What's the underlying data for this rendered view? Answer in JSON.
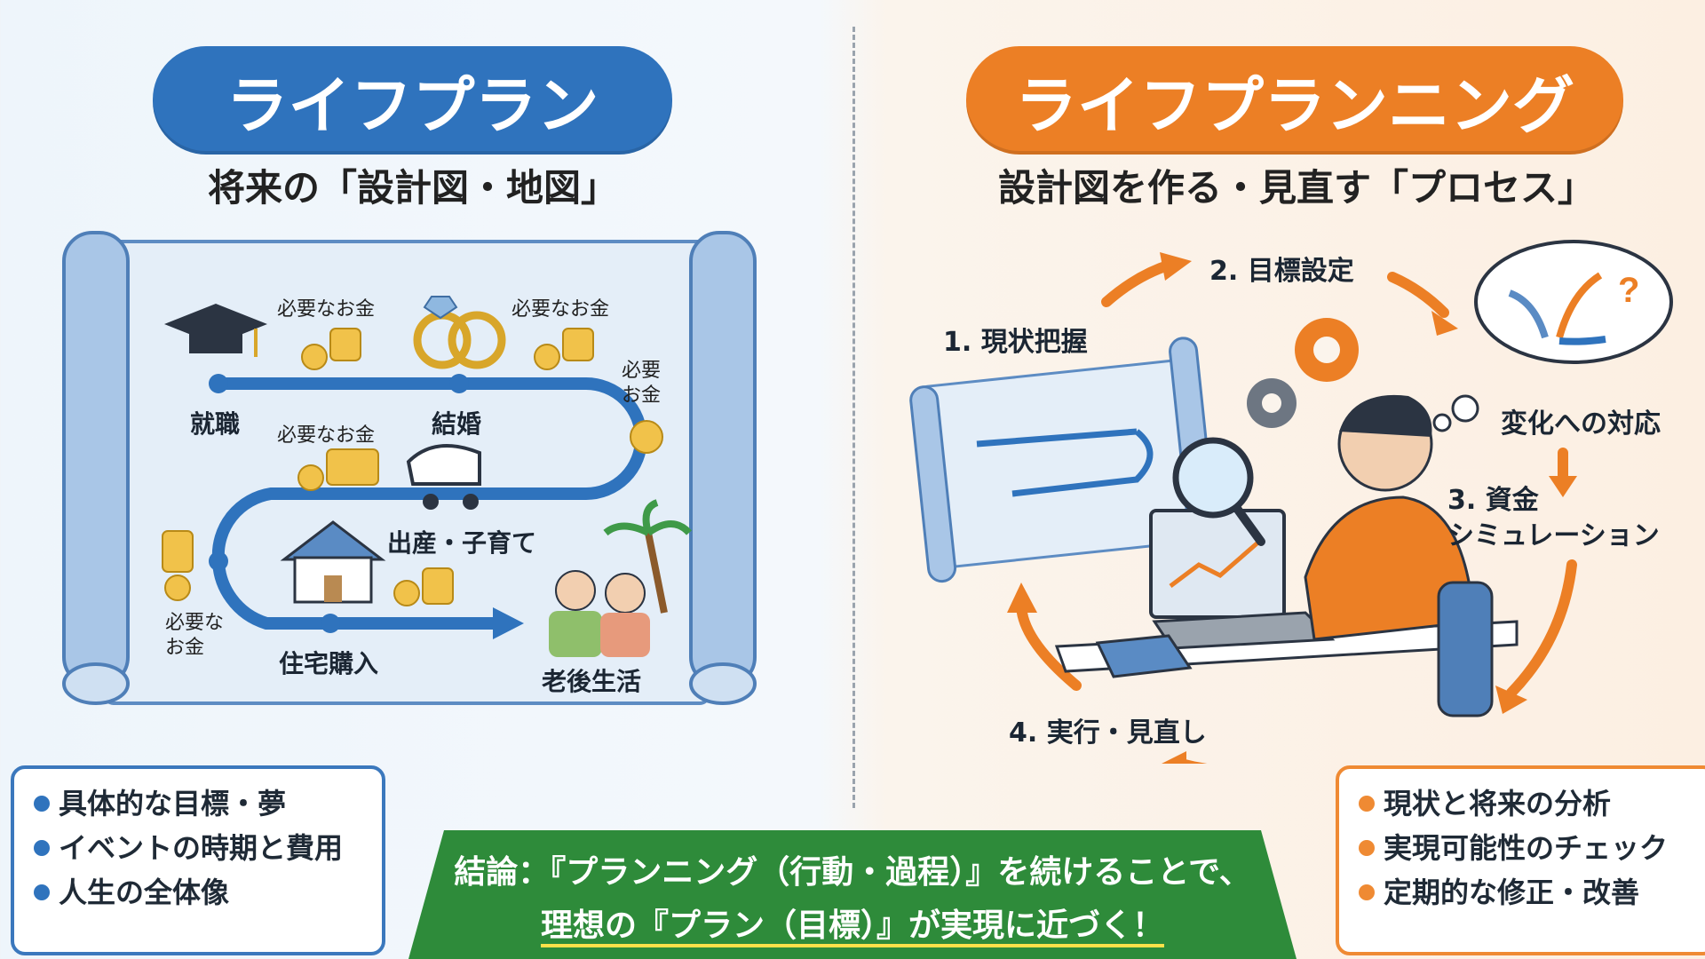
{
  "left": {
    "title": "ライフプラン",
    "subtitle": "将来の「設計図・地図」",
    "money_label": "必要なお金",
    "money_label_stack": "必要\nお金",
    "money_label_stack2": "必要な\nお金",
    "events": [
      "就職",
      "結婚",
      "出産・子育て",
      "住宅購入",
      "老後生活"
    ],
    "bullets": [
      "具体的な目標・夢",
      "イベントの時期と費用",
      "人生の全体像"
    ],
    "colors": {
      "accent": "#2f73bd"
    }
  },
  "right": {
    "title": "ライフプランニング",
    "subtitle": "設計図を作る・見直す「プロセス」",
    "steps": [
      "1. 現状把握",
      "2. 目標設定",
      "3. 資金\nシミュレーション",
      "4. 実行・見直し"
    ],
    "change_label": "変化への対応",
    "bullets": [
      "現状と将来の分析",
      "実現可能性のチェック",
      "定期的な修正・改善"
    ],
    "colors": {
      "accent": "#ec7f25"
    }
  },
  "conclusion": {
    "line1": "結論：『プランニング（行動・過程）』を続けることで、",
    "line2": "理想の『プラン（目標）』が実現に近づく！",
    "colors": {
      "bg": "#2e8b3a",
      "underline": "#ffe14a"
    }
  }
}
